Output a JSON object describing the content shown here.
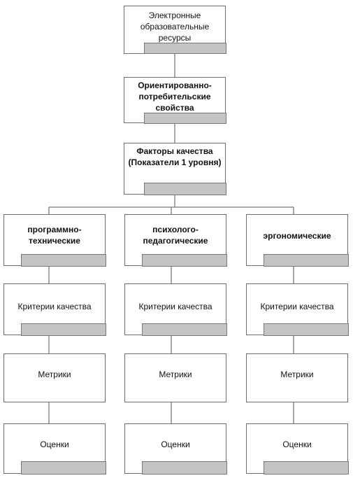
{
  "nodes": {
    "resources": {
      "label": "Электронные образовательные ресурсы"
    },
    "consumer": {
      "label": "Ориентированно-потребительские свойства"
    },
    "factors": {
      "label": "Факторы качества (Показатели 1 уровня)"
    },
    "software": {
      "label": "программно-технические"
    },
    "psych": {
      "label": "психолого-педагогические"
    },
    "ergo": {
      "label": "эргономические"
    },
    "criteria_1": {
      "label": "Критерии качества"
    },
    "criteria_2": {
      "label": "Критерии качества"
    },
    "criteria_3": {
      "label": "Критерии качества"
    },
    "metrics_1": {
      "label": "Метрики"
    },
    "metrics_2": {
      "label": "Метрики"
    },
    "metrics_3": {
      "label": "Метрики"
    },
    "scores_1": {
      "label": "Оценки"
    },
    "scores_2": {
      "label": "Оценки"
    },
    "scores_3": {
      "label": "Оценки"
    }
  },
  "colors": {
    "border": "#6e6e6e",
    "bar_fill": "#c4c4c4",
    "connector": "#8a8a8a"
  }
}
